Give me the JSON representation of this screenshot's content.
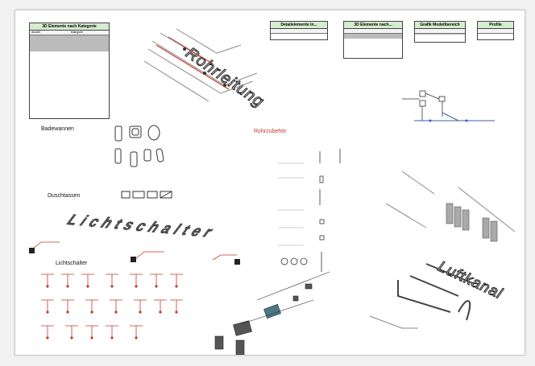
{
  "titles": {
    "rohrleitung": "Rohrleitung",
    "lichtschalter_3d": "Lichtschalter",
    "luftkanal": "Luftkanal"
  },
  "labels": {
    "badewannen": "Badewannen",
    "duschtassen": "Duschtassen",
    "lichtschalter": "Lichtschalter",
    "rohrzubehoer": "Rohrzubehör"
  },
  "schedule_main": {
    "title": "3D Elemente nach Kategorie",
    "columns": [
      "Anzahl",
      "Kategorie"
    ]
  },
  "schedule_top": [
    {
      "title": "Detailelemente in..."
    },
    {
      "title": "3D Elemente nach..."
    },
    {
      "title": "Grafik Modellbereich"
    },
    {
      "title": "Profile"
    }
  ],
  "colors": {
    "header_green": "#d6ecd0",
    "accent_red": "#c0392b",
    "accent_blue": "#3b5fa8"
  }
}
